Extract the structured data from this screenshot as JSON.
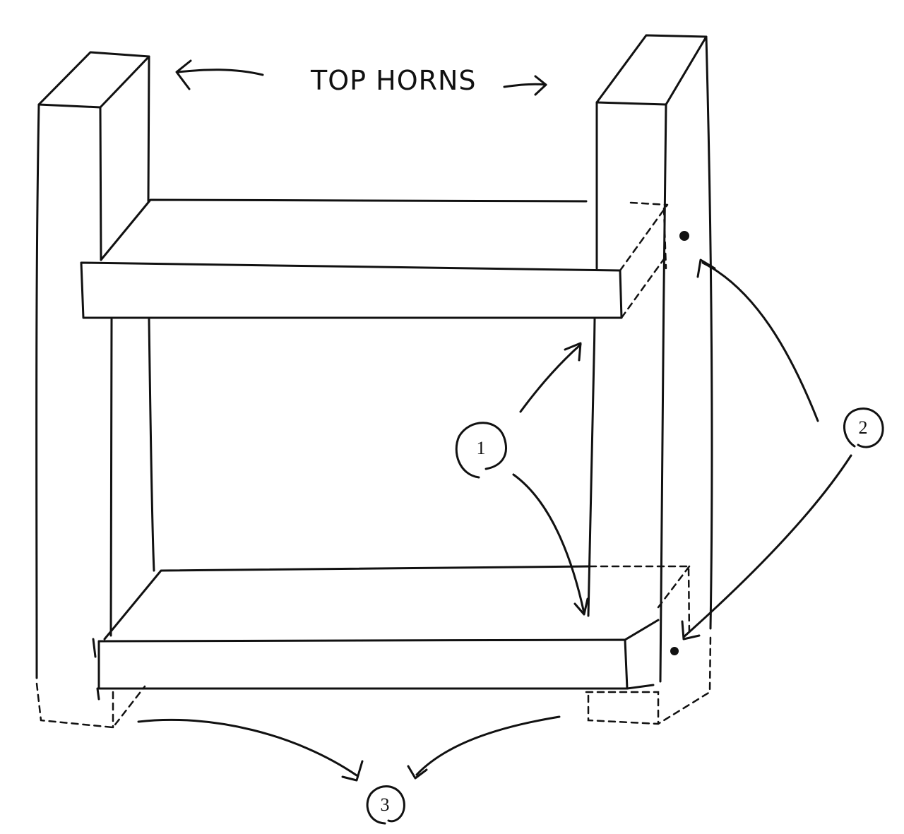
{
  "title": "TOP HORNS",
  "callouts": [
    {
      "id": "callout-1",
      "number": "1"
    },
    {
      "id": "callout-2",
      "number": "2"
    },
    {
      "id": "callout-3",
      "number": "3"
    }
  ],
  "colors": {
    "ink": "#111111",
    "paper": "#ffffff"
  }
}
